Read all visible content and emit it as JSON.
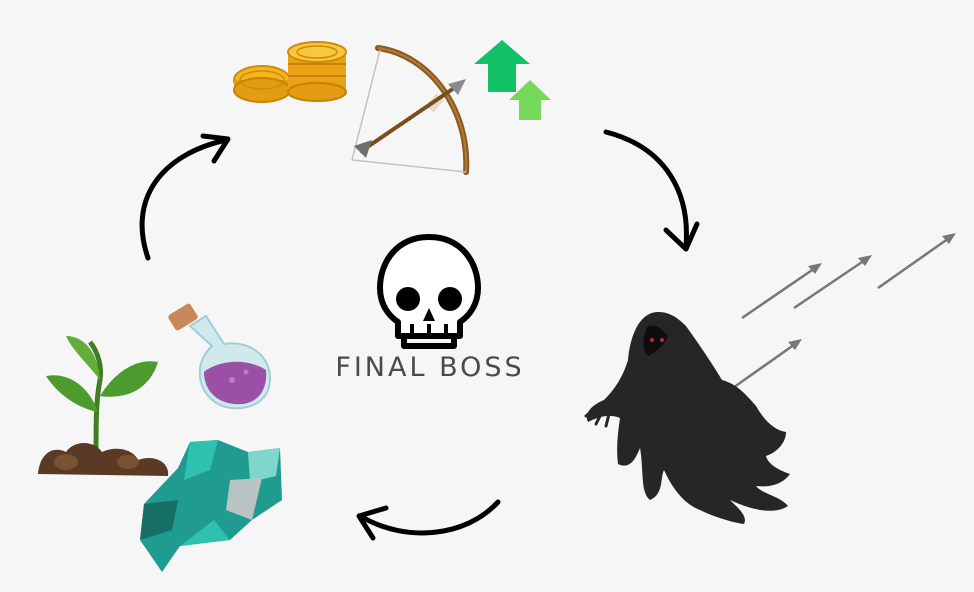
{
  "center": {
    "icon": "skull-icon",
    "label": "FINAL BOSS"
  },
  "cycle": [
    {
      "stage": "loot",
      "icons": [
        "gold-coins-icon",
        "bow-and-arrow-icon",
        "upgrade-arrows-icon"
      ]
    },
    {
      "stage": "enemy",
      "icons": [
        "wraith-icon",
        "arrows-volley-icon"
      ]
    },
    {
      "stage": "gather",
      "icons": [
        "sprout-icon",
        "potion-icon",
        "crystal-ore-icon"
      ]
    }
  ],
  "colors": {
    "background": "#f6f6f6",
    "text": "#4a4a4a",
    "gold": "#f2b51e",
    "upgrade_dark": "#13c266",
    "upgrade_light": "#74d85a",
    "potion_liquid": "#9b4fa6",
    "crystal": "#1f9c8f",
    "wraith": "#262626",
    "leaf": "#4d9a2f",
    "soil": "#5b3a25"
  }
}
